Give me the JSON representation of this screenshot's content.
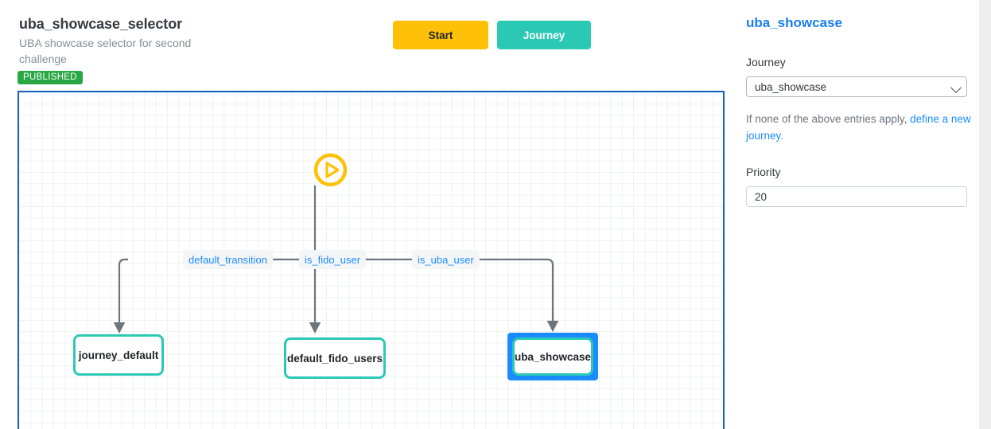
{
  "header": {
    "title": "uba_showcase_selector",
    "subtitle": "UBA showcase selector for second challenge",
    "status_badge": "PUBLISHED",
    "buttons": {
      "start": "Start",
      "journey": "Journey"
    }
  },
  "diagram": {
    "start_node": {
      "icon": "play-circle-icon"
    },
    "edge_labels": [
      {
        "id": "default_transition",
        "text": "default_transition"
      },
      {
        "id": "is_fido_user",
        "text": "is_fido_user"
      },
      {
        "id": "is_uba_user",
        "text": "is_uba_user"
      }
    ],
    "nodes": [
      {
        "id": "journey_default",
        "label": "journey_default",
        "selected": false
      },
      {
        "id": "default_fido_users",
        "label": "default_fido_users",
        "selected": false
      },
      {
        "id": "uba_showcase",
        "label": "uba_showcase",
        "selected": true
      }
    ]
  },
  "panel": {
    "title": "uba_showcase",
    "journey_label": "Journey",
    "journey_value": "uba_showcase",
    "journey_options": [
      "uba_showcase"
    ],
    "helper_prefix": "If none of the above entries apply, ",
    "helper_link": "define a new journey",
    "helper_suffix": ".",
    "priority_label": "Priority",
    "priority_value": "20"
  },
  "colors": {
    "accent_blue": "#1a8cff",
    "teal": "#2bc8b4",
    "amber": "#ffc107",
    "green": "#2aa745",
    "canvas_border": "#1565c0"
  }
}
